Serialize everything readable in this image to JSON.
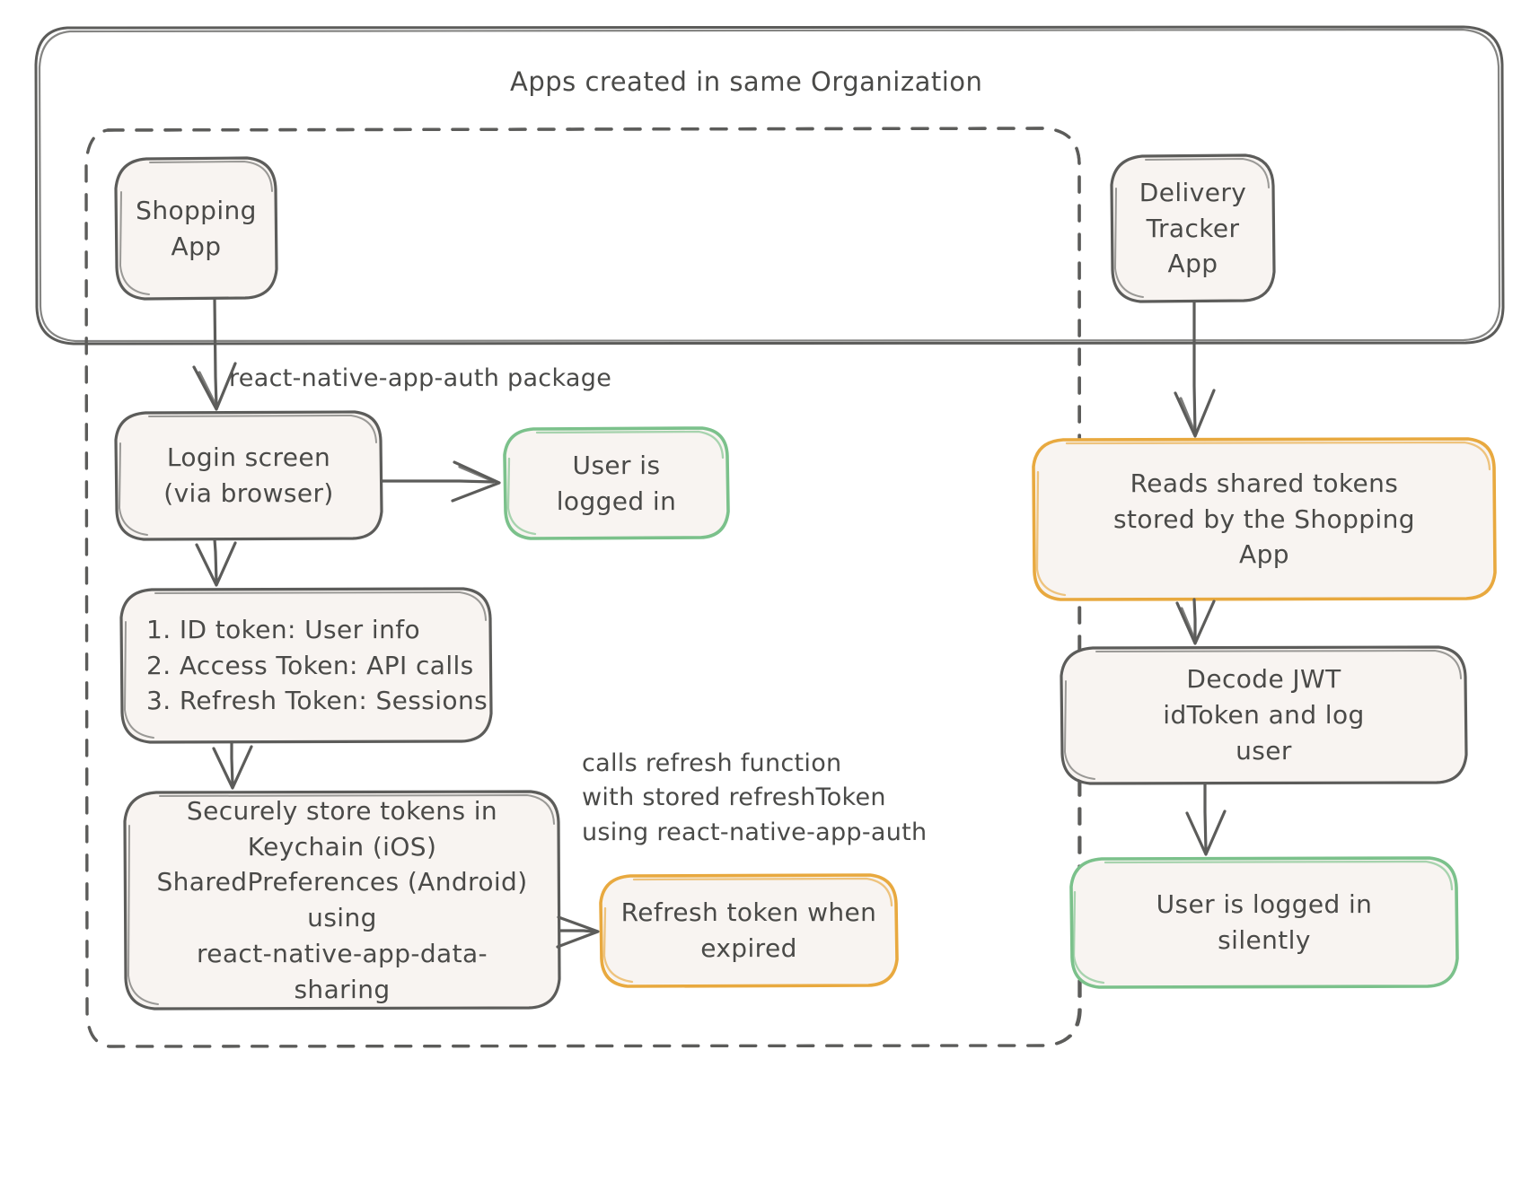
{
  "diagram": {
    "type": "flowchart",
    "background": "#ffffff",
    "ink": "#4a4a48",
    "node_fill": "#f8f4f1",
    "colors": {
      "default_stroke": "#5c5c5a",
      "green_stroke": "#7bc18b",
      "orange_stroke": "#e8a93f",
      "text": "#4a4a48"
    },
    "groups": [
      {
        "id": "org-group",
        "title": "Apps created in same Organization",
        "style": "solid"
      },
      {
        "id": "shopping-app-flow-group",
        "title": "",
        "style": "dashed"
      }
    ],
    "nodes": [
      {
        "id": "shopping-app",
        "label": "Shopping\nApp",
        "color": "default"
      },
      {
        "id": "delivery-tracker-app",
        "label": "Delivery\nTracker\nApp",
        "color": "default"
      },
      {
        "id": "login-screen",
        "label": "Login screen\n(via browser)",
        "color": "default"
      },
      {
        "id": "user-logged-in",
        "label": "User is\nlogged in",
        "color": "green"
      },
      {
        "id": "tokens-list",
        "label": "1. ID token: User info\n2. Access Token: API calls\n3. Refresh Token: Sessions",
        "color": "default"
      },
      {
        "id": "secure-store",
        "label": "Securely store tokens in\nKeychain (iOS)\nSharedPreferences (Android)\nusing\nreact-native-app-data-\nsharing",
        "color": "default"
      },
      {
        "id": "refresh-token",
        "label": "Refresh token when\nexpired",
        "color": "orange"
      },
      {
        "id": "reads-shared-tokens",
        "label": "Reads shared tokens\nstored by the Shopping\nApp",
        "color": "orange"
      },
      {
        "id": "decode-jwt",
        "label": "Decode JWT\nidToken and log\nuser",
        "color": "default"
      },
      {
        "id": "user-logged-in-silently",
        "label": "User is logged in\nsilently",
        "color": "green"
      }
    ],
    "edge_labels": [
      {
        "id": "auth-package-label",
        "text": "react-native-app-auth package"
      },
      {
        "id": "refresh-function-label",
        "text": "calls refresh function\nwith stored refreshToken\nusing react-native-app-auth"
      }
    ]
  }
}
